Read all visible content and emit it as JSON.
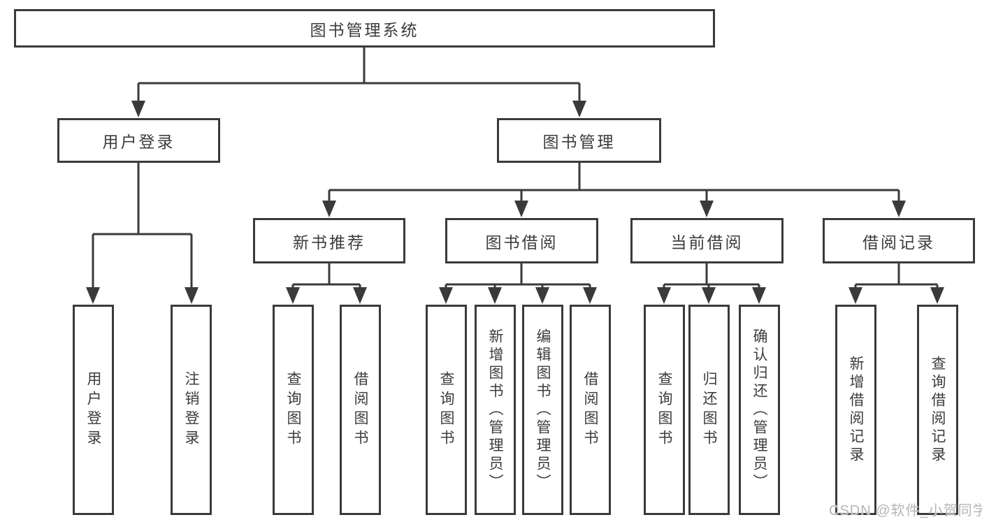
{
  "diagram": {
    "root": {
      "label": "图书管理系统"
    },
    "branches": [
      {
        "label": "用户登录",
        "children": [
          {
            "label": "用户登录"
          },
          {
            "label": "注销登录"
          }
        ]
      },
      {
        "label": "图书管理",
        "children": [
          {
            "label": "新书推荐",
            "children": [
              {
                "label": "查询图书"
              },
              {
                "label": "借阅图书"
              }
            ]
          },
          {
            "label": "图书借阅",
            "children": [
              {
                "label": "查询图书"
              },
              {
                "label": "新增图书（管理员）"
              },
              {
                "label": "编辑图书（管理员）"
              },
              {
                "label": "借阅图书"
              }
            ]
          },
          {
            "label": "当前借阅",
            "children": [
              {
                "label": "查询图书"
              },
              {
                "label": "归还图书"
              },
              {
                "label": "确认归还（管理员）"
              }
            ]
          },
          {
            "label": "借阅记录",
            "children": [
              {
                "label": "新增借阅记录"
              },
              {
                "label": "查询借阅记录"
              }
            ]
          }
        ]
      }
    ]
  },
  "watermark": {
    "text": "CSDN @软件_小贺同学"
  },
  "colors": {
    "line": "#3a3a3a",
    "text": "#3c3c3c",
    "watermark": "#b6b6b6",
    "background": "#ffffff"
  }
}
